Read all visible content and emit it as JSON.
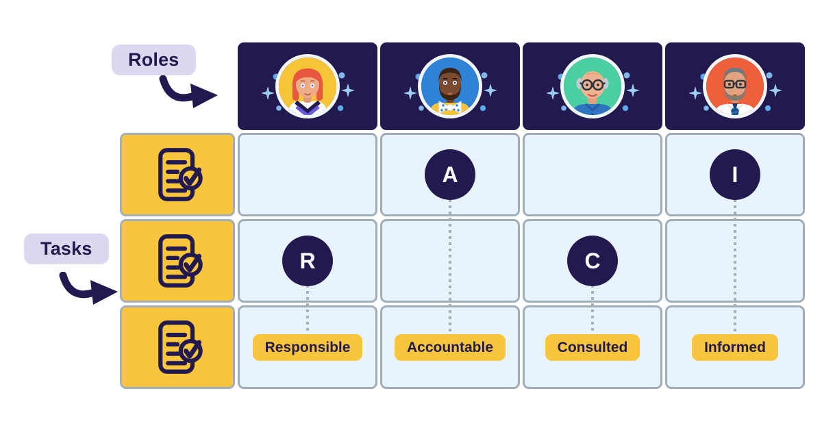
{
  "labels": {
    "roles": "Roles",
    "tasks": "Tasks"
  },
  "roles": [
    {
      "avatar": "avatar-woman-red-hair-icon",
      "bg": "#F7C437"
    },
    {
      "avatar": "avatar-man-bow-tie-icon",
      "bg": "#2E83D6"
    },
    {
      "avatar": "avatar-older-man-glasses-icon",
      "bg": "#4CCFA0"
    },
    {
      "avatar": "avatar-man-tie-glasses-icon",
      "bg": "#F05F3C"
    }
  ],
  "tasks": [
    {
      "icon": "task-checklist-icon"
    },
    {
      "icon": "task-checklist-icon"
    },
    {
      "icon": "task-checklist-icon"
    }
  ],
  "assignments": {
    "r0": [
      "",
      "A",
      "",
      "I"
    ],
    "r1": [
      "R",
      "",
      "C",
      ""
    ],
    "r2": [
      "",
      "",
      "",
      ""
    ]
  },
  "legend": [
    "Responsible",
    "Accountable",
    "Consulted",
    "Informed"
  ],
  "colors": {
    "navy": "#221A4F",
    "yellow": "#F9C53D",
    "cell_blue": "#E9F3FC",
    "grid_border": "#9FADB9",
    "lavender": "#DBD8EF",
    "dotted_line": "#A6B0BA",
    "sparkle_blue": "#8EC5F2"
  }
}
